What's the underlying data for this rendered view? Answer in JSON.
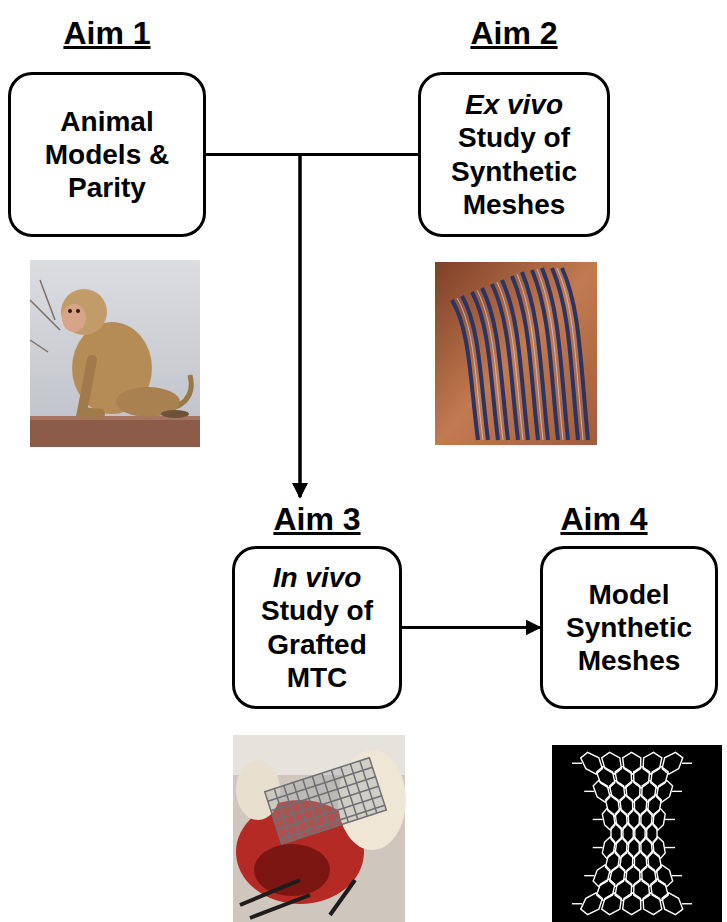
{
  "diagram": {
    "nodes": [
      {
        "text": [
          "Aim 1",
          "Animal Models & Parity"
        ]
      },
      {
        "text": [
          "Aim 2",
          "Ex vivo Study of Synthetic Meshes"
        ]
      },
      {
        "text": [
          "Aim 3",
          "In vivo Study of Grafted MTC"
        ]
      },
      {
        "text": [
          "Aim 4",
          "Model Synthetic Meshes"
        ]
      }
    ],
    "edges": [
      {
        "from": 0,
        "to": 2,
        "arrow": "to"
      },
      {
        "from": 1,
        "to": 2,
        "arrow": "to"
      },
      {
        "from": 2,
        "to": 3,
        "arrow": "to"
      }
    ]
  }
}
